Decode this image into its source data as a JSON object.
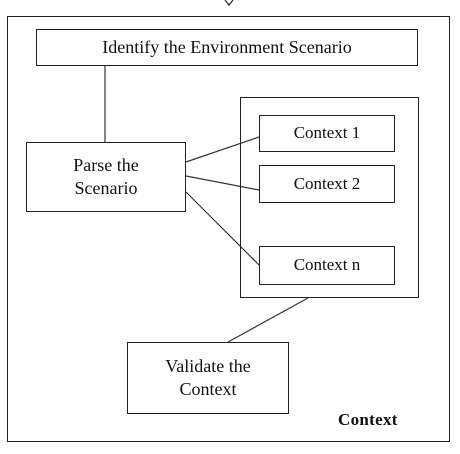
{
  "diagram": {
    "nodes": {
      "identify": "Identify the Environment Scenario",
      "parse_line1": "Parse the",
      "parse_line2": "Scenario",
      "context1": "Context 1",
      "context2": "Context 2",
      "contextn": "Context n",
      "validate_line1": "Validate the",
      "validate_line2": "Context"
    },
    "group_label": "Context",
    "edges": [
      {
        "from": "identify",
        "to": "parse"
      },
      {
        "from": "parse",
        "to": "context1"
      },
      {
        "from": "parse",
        "to": "context2"
      },
      {
        "from": "parse",
        "to": "contextn"
      },
      {
        "from": "context-group",
        "to": "validate"
      }
    ],
    "colors": {
      "stroke": "#222222",
      "background": "#ffffff"
    }
  }
}
